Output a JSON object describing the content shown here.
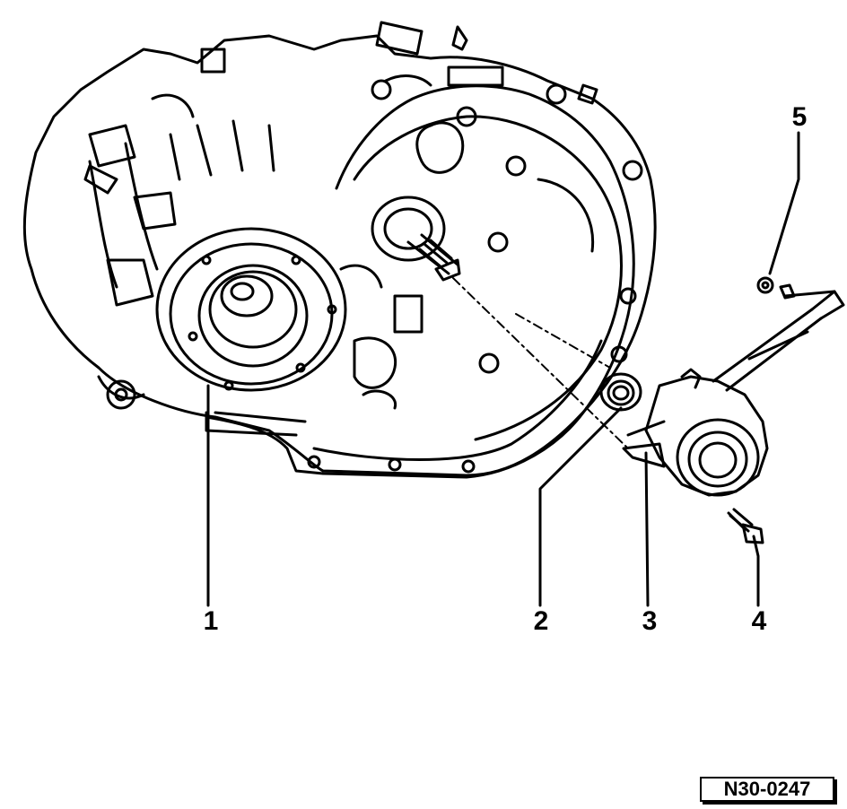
{
  "figure_id": "N30-0247",
  "callouts": {
    "c1": "1",
    "c2": "2",
    "c3": "3",
    "c4": "4",
    "c5": "5"
  },
  "colors": {
    "ink": "#000000",
    "paper": "#ffffff"
  }
}
